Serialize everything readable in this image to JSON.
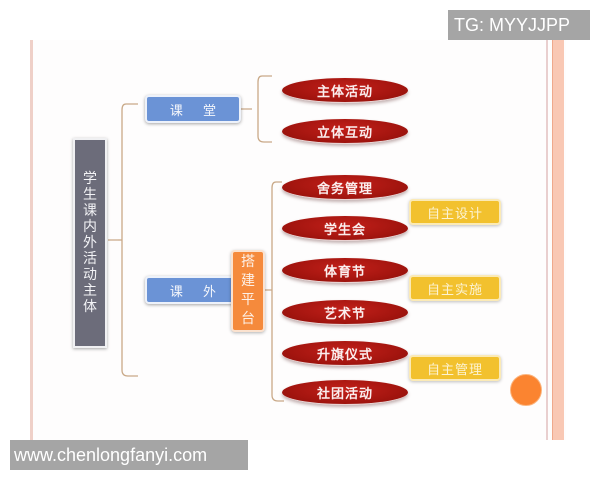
{
  "watermarks": {
    "top_right": "TG: MYYJJPP",
    "bottom_left": "www.chenlongfanyi.com"
  },
  "diagram": {
    "root": {
      "label": "学生课内外活动主体",
      "color": "#6c6c7a"
    },
    "branches": [
      {
        "label": "课 堂",
        "color": "#6b93d6",
        "children": [
          {
            "label": "主体活动"
          },
          {
            "label": "立体互动"
          }
        ]
      },
      {
        "label": "课 外",
        "color": "#6b93d6",
        "platform": {
          "label": "搭建平台",
          "color": "#f58a3c"
        },
        "children": [
          {
            "label": "舍务管理"
          },
          {
            "label": "学生会"
          },
          {
            "label": "体育节"
          },
          {
            "label": "艺术节"
          },
          {
            "label": "升旗仪式"
          },
          {
            "label": "社团活动"
          }
        ]
      }
    ],
    "outcomes": [
      {
        "label": "自主设计"
      },
      {
        "label": "自主实施"
      },
      {
        "label": "自主管理"
      }
    ],
    "colors": {
      "ellipse": "#a4150f",
      "outcome": "#f2c12e",
      "connector": "#c9a988",
      "accent_circle": "#fb8430",
      "side_band": "#f9c8b4"
    }
  }
}
